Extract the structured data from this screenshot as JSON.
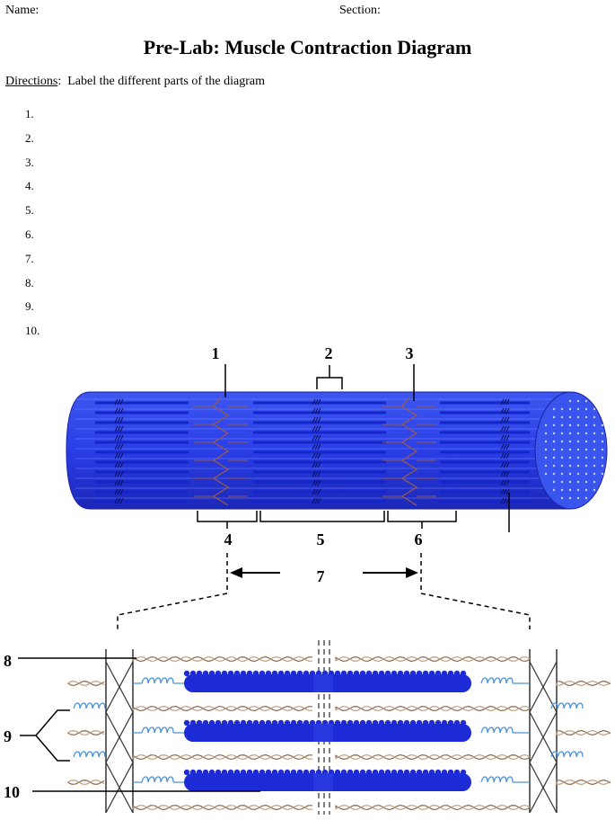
{
  "header": {
    "name_label": "Name:",
    "section_label": "Section:"
  },
  "title": "Pre-Lab:  Muscle Contraction Diagram",
  "directions": {
    "label": "Directions",
    "text": "Label the different parts of the diagram"
  },
  "blanks": [
    "1.",
    "2.",
    "3.",
    "4.",
    "5.",
    "6.",
    "7.",
    "8.",
    "9.",
    "10."
  ],
  "diagram_labels": [
    "1",
    "2",
    "3",
    "4",
    "5",
    "6",
    "7",
    "8",
    "9",
    "10"
  ],
  "colors": {
    "myofibril_blue": "#2a3ee6",
    "thick_filament": "#1c2bd6",
    "thin_filament": "#8a6a50",
    "titin": "#4a90d9"
  }
}
